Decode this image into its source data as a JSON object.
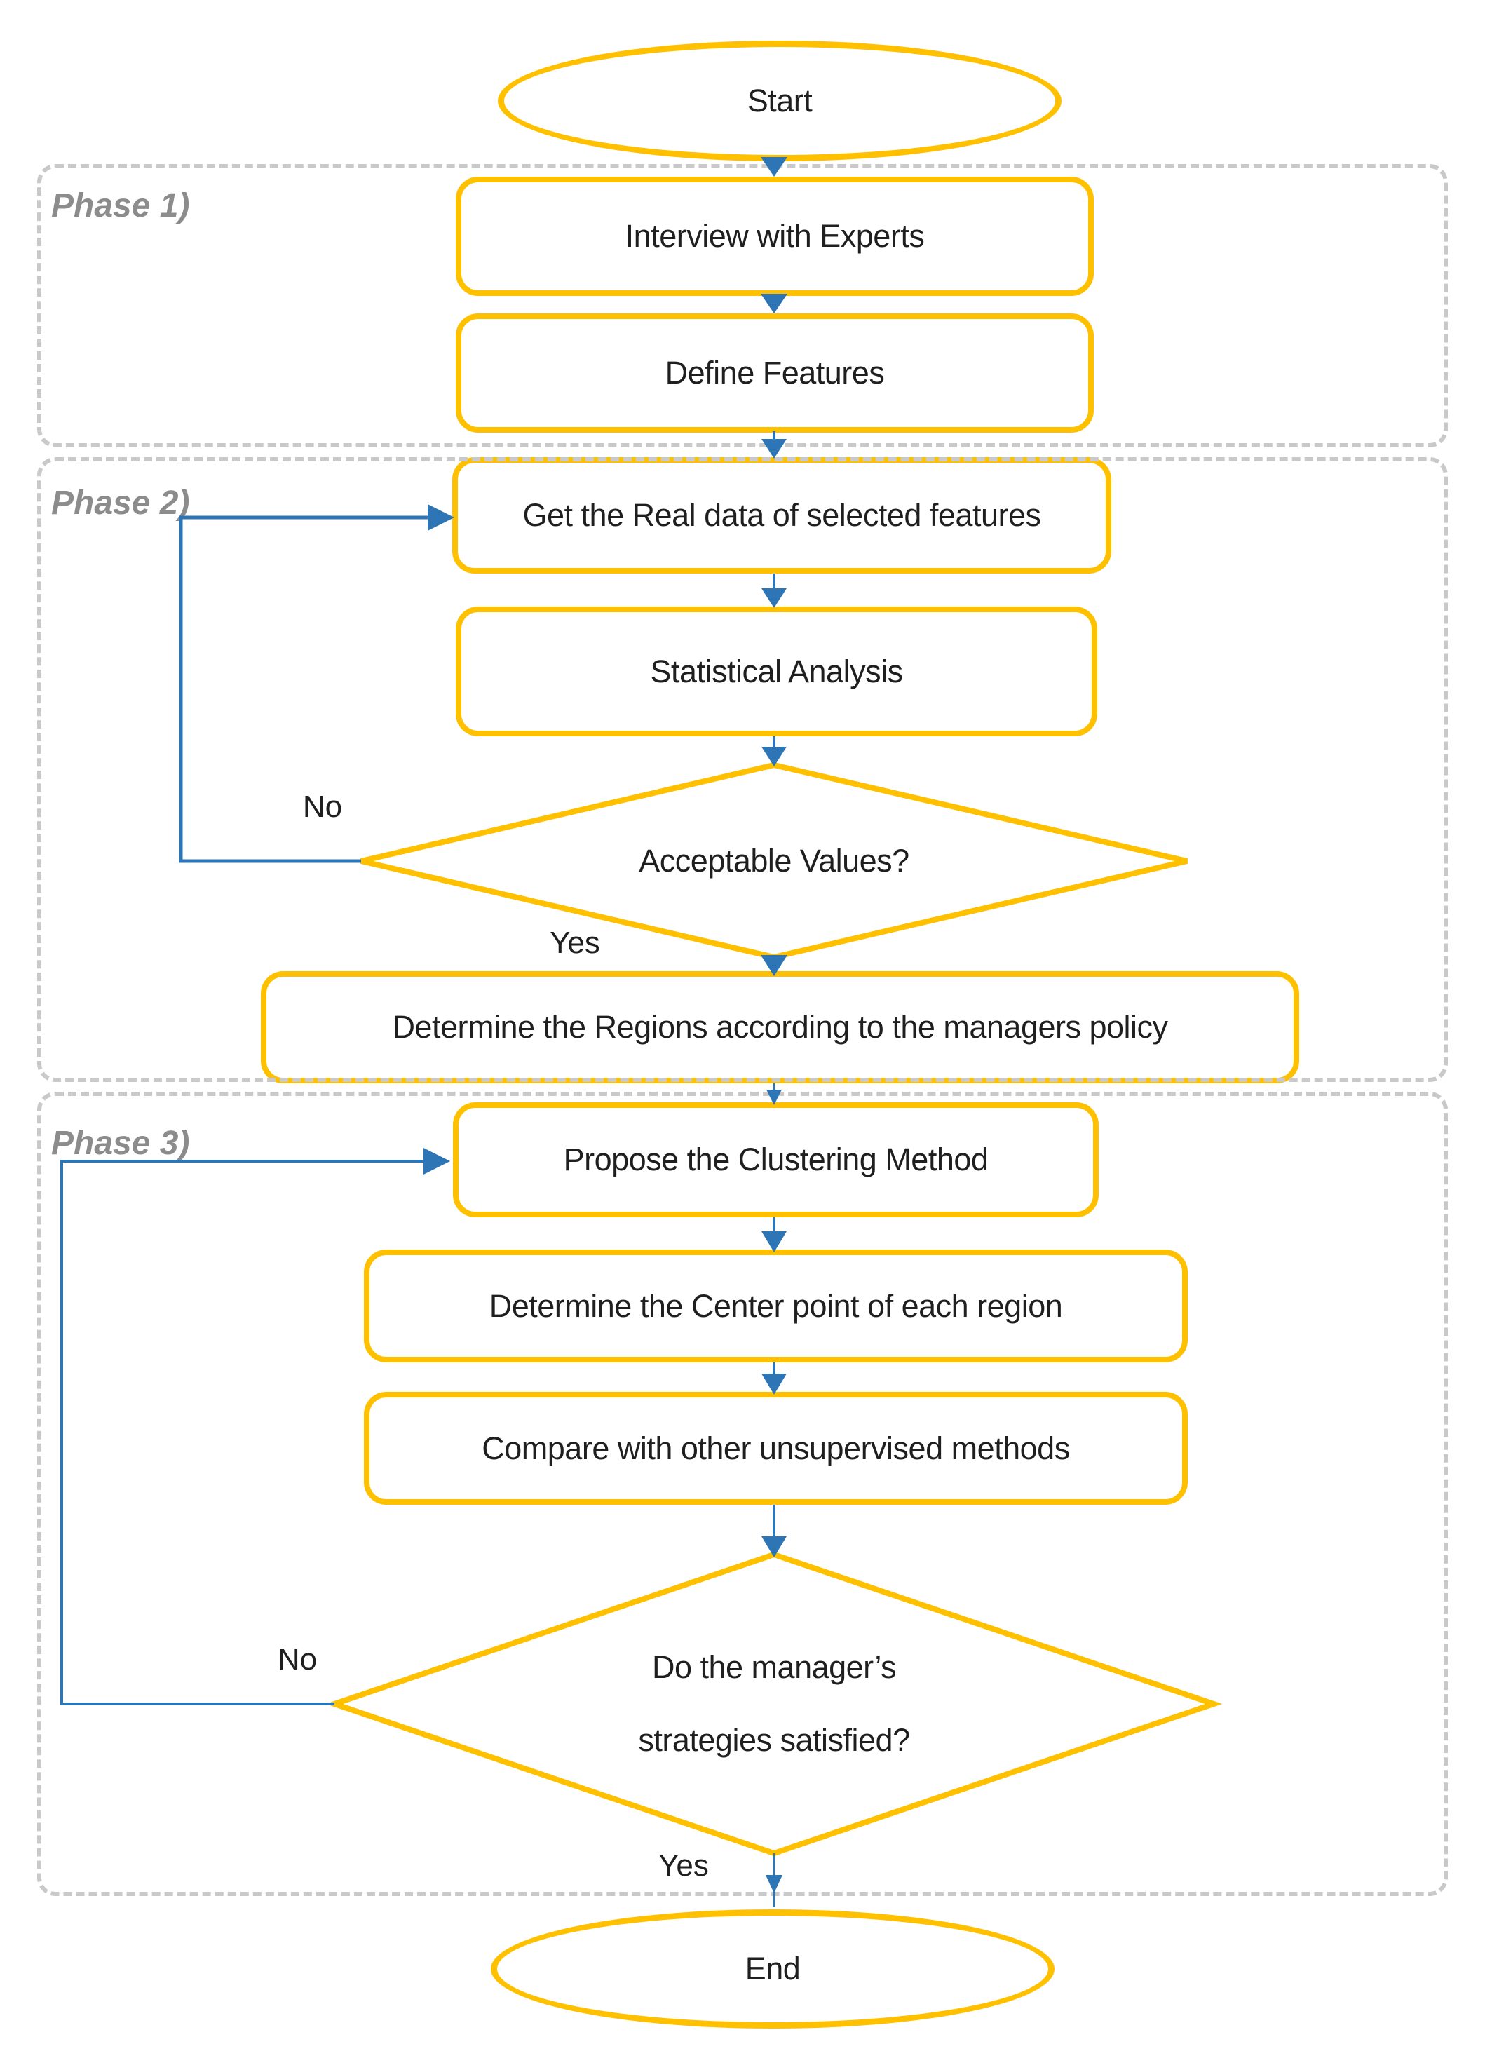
{
  "flowchart": {
    "nodes": {
      "start": {
        "label": "Start"
      },
      "interview": {
        "label": "Interview with Experts"
      },
      "define": {
        "label": "Define Features"
      },
      "get_data": {
        "label": "Get the Real data of selected features"
      },
      "statistical": {
        "label": "Statistical Analysis"
      },
      "acceptable": {
        "label": "Acceptable Values?"
      },
      "determine_regions": {
        "label": "Determine the Regions according to the managers policy"
      },
      "propose": {
        "label": "Propose the Clustering Method"
      },
      "center_point": {
        "label": "Determine the Center point of each region"
      },
      "compare": {
        "label": "Compare with other unsupervised methods"
      },
      "strategies": {
        "line1": "Do the manager’s",
        "line2": "strategies satisfied?"
      },
      "end": {
        "label": "End"
      }
    },
    "phases": [
      {
        "label": "Phase 1)"
      },
      {
        "label": "Phase 2)"
      },
      {
        "label": "Phase 3)"
      }
    ],
    "edge_labels": {
      "no1": "No",
      "yes1": "Yes",
      "no2": "No",
      "yes2": "Yes"
    },
    "colors": {
      "shape_border": "#FFC000",
      "connector": "#2E75B6",
      "phase_border": "#C9C9C9",
      "phase_label": "#8C8C8C",
      "text": "#1F1F1F",
      "background": "#FFFFFF"
    }
  }
}
